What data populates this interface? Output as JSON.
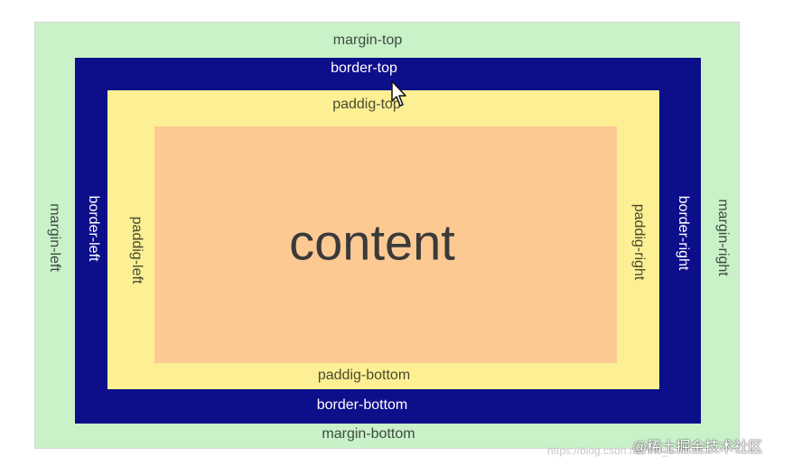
{
  "diagram": {
    "margin": {
      "top": "margin-top",
      "bottom": "margin-bottom",
      "left": "margin-left",
      "right": "margin-right",
      "color": "#c9f2c9"
    },
    "border": {
      "top": "border-top",
      "bottom": "border-bottom",
      "left": "border-left",
      "right": "border-right",
      "color": "#0d0e8a"
    },
    "padding": {
      "top": "paddig-top",
      "bottom": "paddig-bottom",
      "left": "paddig-left",
      "right": "paddig-right",
      "color": "#fdf094"
    },
    "content": {
      "label": "content",
      "color": "#fdc993"
    }
  },
  "watermark": {
    "url": "https://blog.csdn.net/m0_5",
    "brand": "@稀土掘金技术社区"
  },
  "icons": {
    "cursor": "mouse-pointer-icon"
  }
}
